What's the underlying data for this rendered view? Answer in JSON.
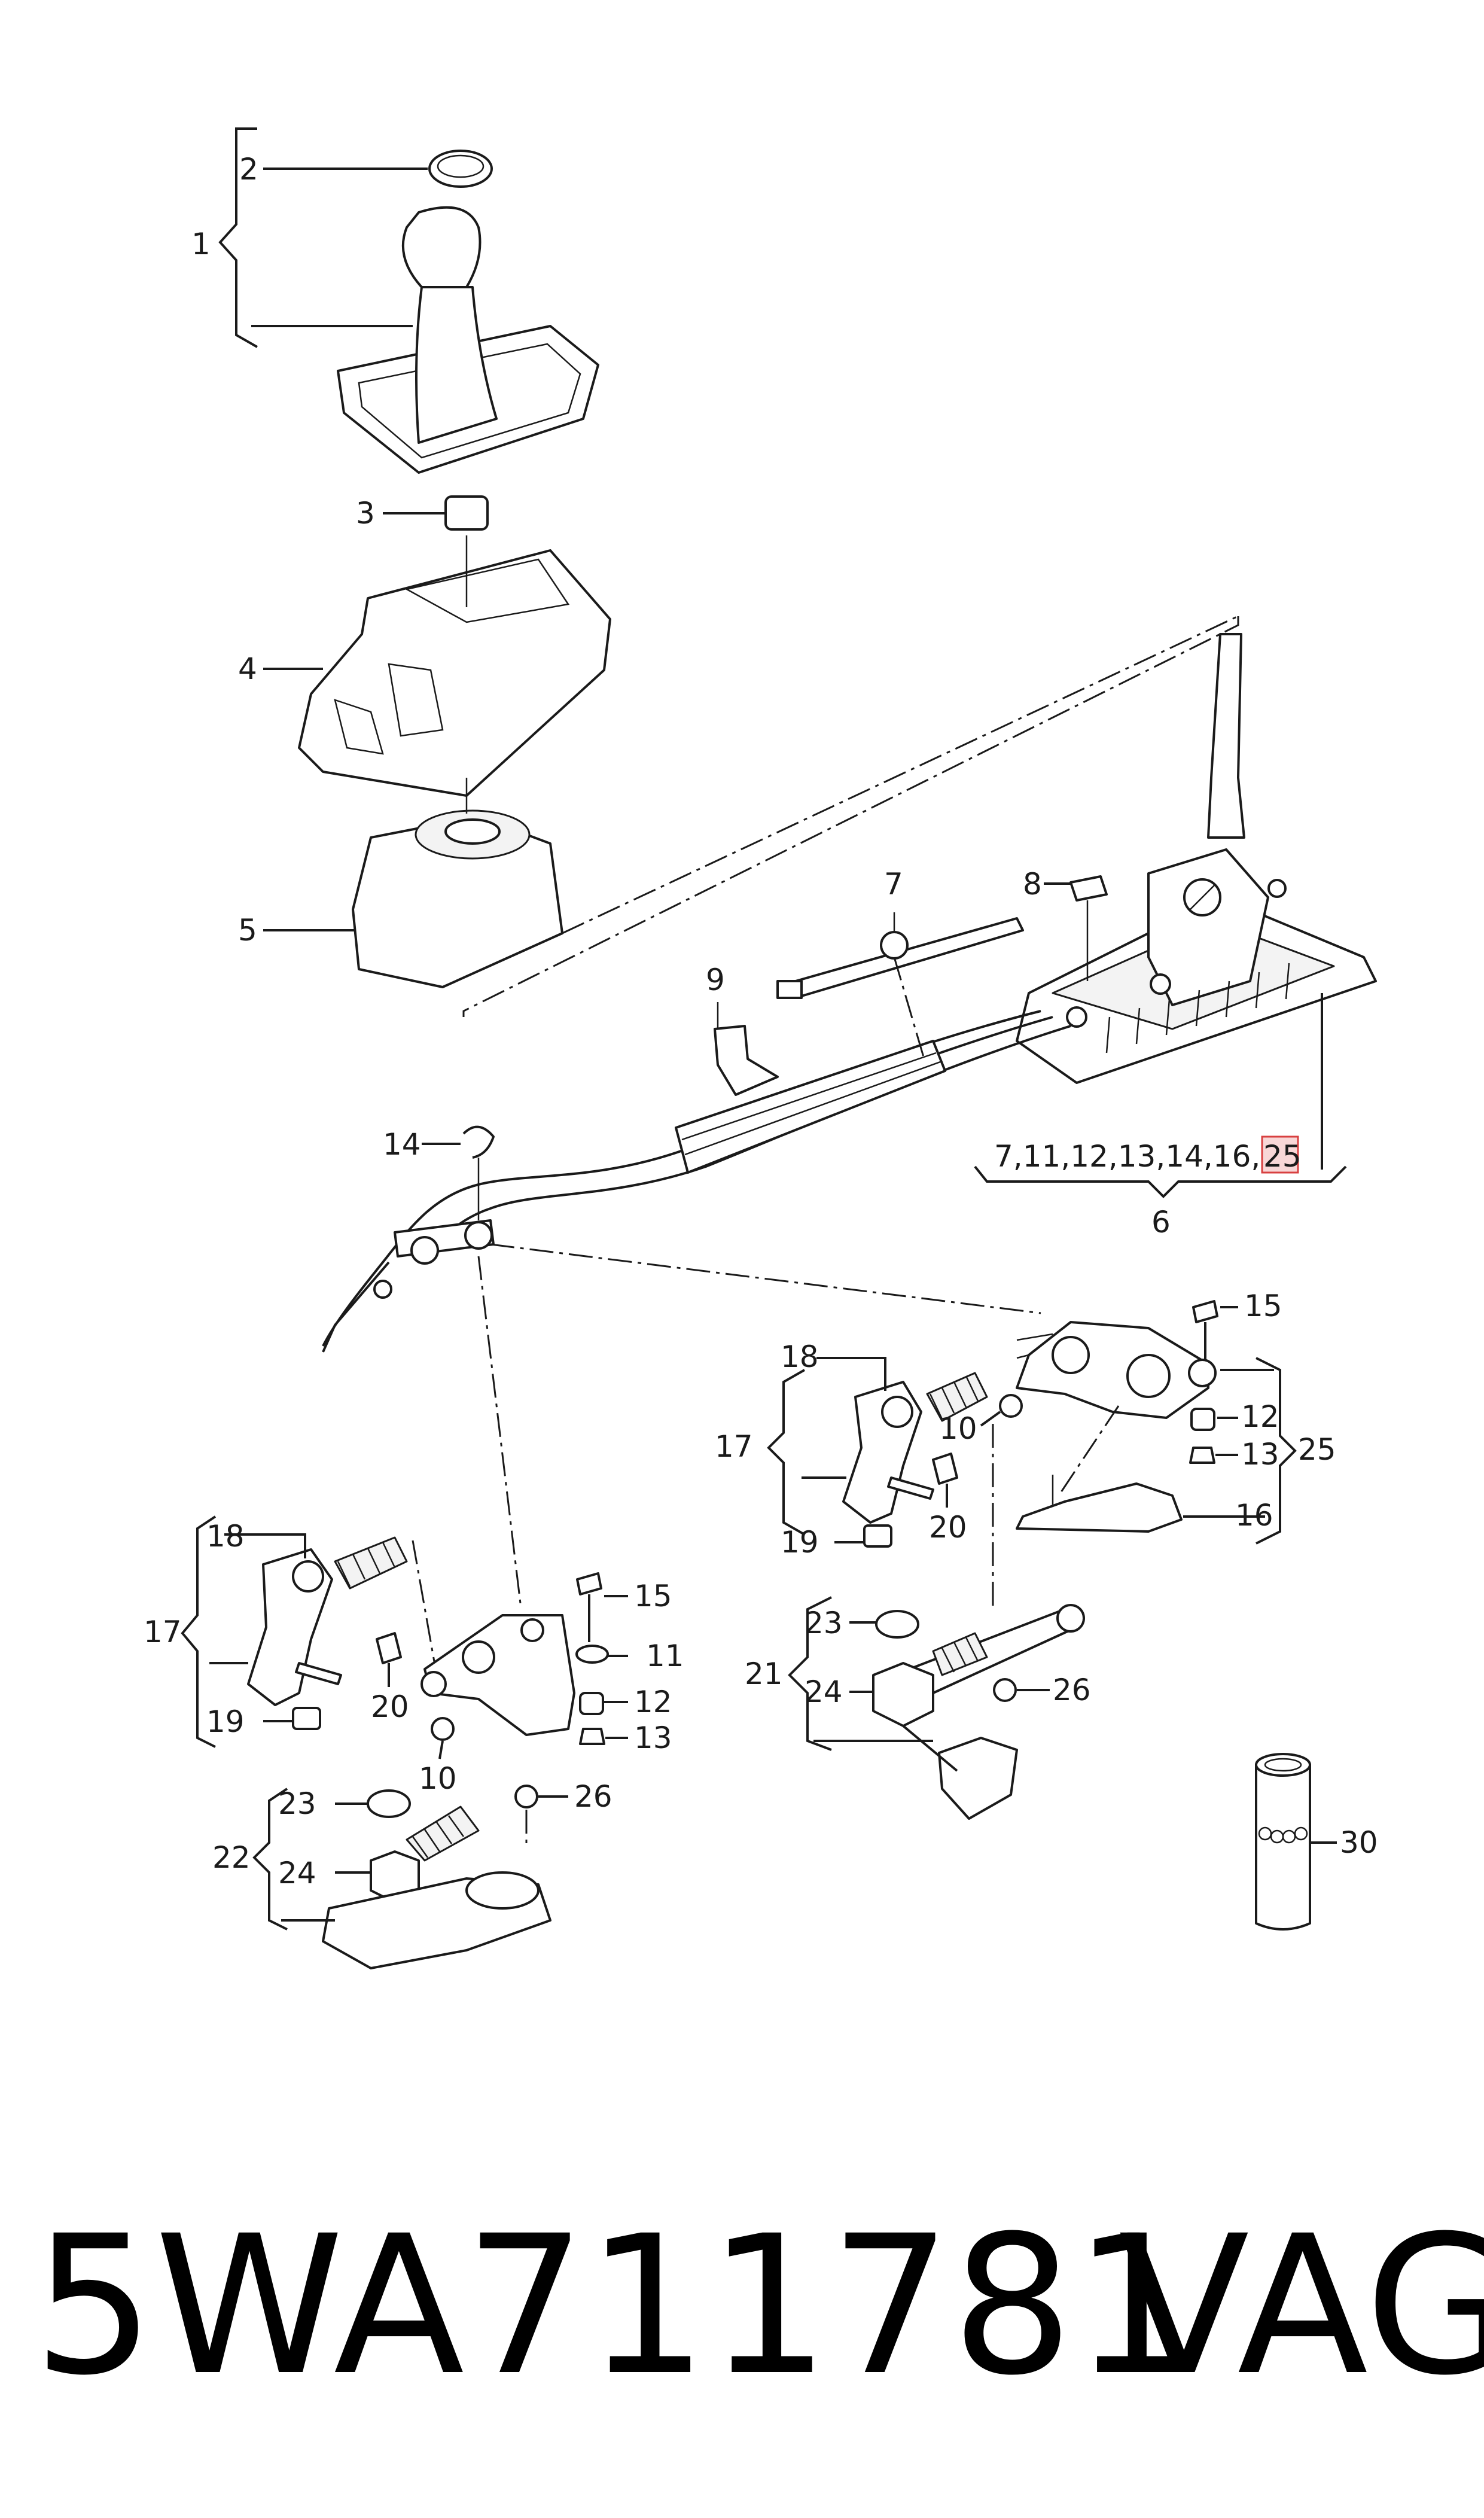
{
  "callouts": {
    "c1": "1",
    "c2": "2",
    "c3": "3",
    "c4": "4",
    "c5": "5",
    "c6": "6",
    "c7": "7",
    "c8": "8",
    "c9": "9",
    "c14": "14",
    "group6": "7,11,12,13,14,16,",
    "group6_highlight": "25",
    "r15": "15",
    "r18": "18",
    "r17": "17",
    "r10": "10",
    "r12": "12",
    "r13": "13",
    "r25": "25",
    "r16": "16",
    "r19": "19",
    "r20": "20",
    "r23": "23",
    "r21": "21",
    "r24": "24",
    "r26": "26",
    "r30": "30",
    "l18": "18",
    "l15": "15",
    "l17": "17",
    "l11": "11",
    "l20": "20",
    "l12": "12",
    "l19": "19",
    "l13": "13",
    "l10": "10",
    "l23": "23",
    "l26": "26",
    "l22": "22",
    "l24": "24"
  },
  "part_number": "5WA711781",
  "brand": "VAG",
  "colors": {
    "highlight_fill": "#f8d7d7",
    "highlight_stroke": "#d84040",
    "ink": "#1a1a1a"
  }
}
